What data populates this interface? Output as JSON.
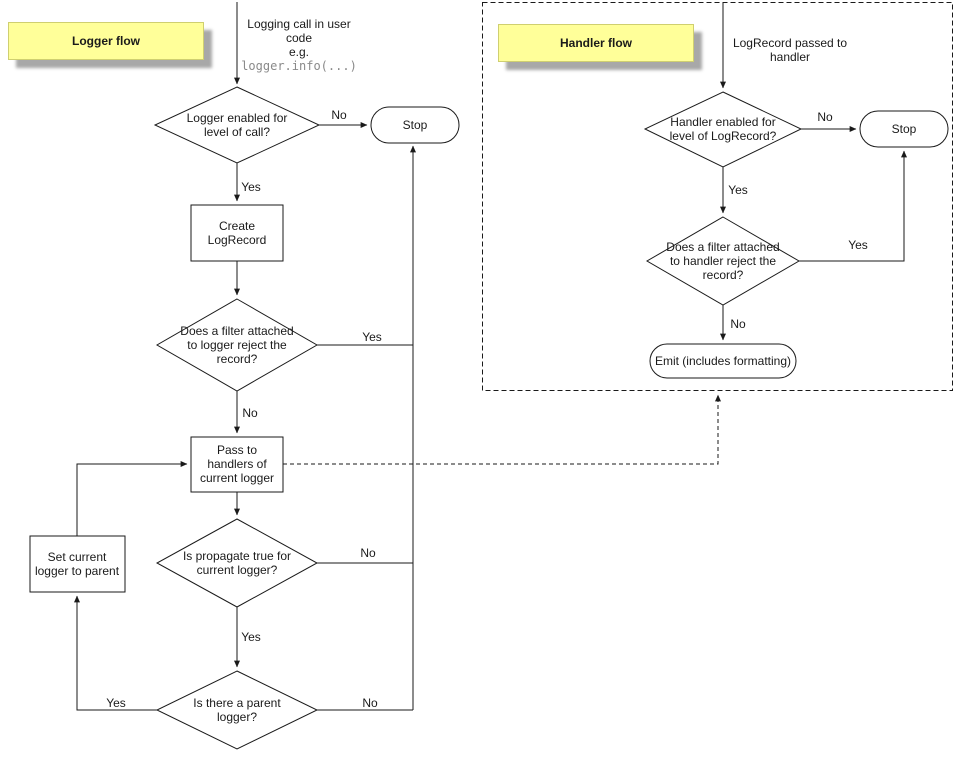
{
  "labels": {
    "yes": "Yes",
    "no": "No"
  },
  "logger_flow": {
    "note": "Logger flow",
    "entry_text": "Logging call in user\ncode\ne.g.",
    "entry_code": "logger.info(...)",
    "enabled_q": "Logger enabled for\nlevel of call?",
    "stop": "Stop",
    "create_record": "Create\nLogRecord",
    "filter_q": "Does a filter attached\nto logger reject the\nrecord?",
    "pass_handlers": "Pass to\nhandlers of\ncurrent logger",
    "propagate_q": "Is propagate true for\ncurrent logger?",
    "parent_q": "Is there a parent\nlogger?",
    "set_current": "Set current\nlogger to parent"
  },
  "handler_flow": {
    "note": "Handler flow",
    "entry_text": "LogRecord passed to\nhandler",
    "enabled_q": "Handler enabled for\nlevel of LogRecord?",
    "stop": "Stop",
    "filter_q": "Does a filter attached\nto handler reject the\nrecord?",
    "emit": "Emit (includes formatting)"
  }
}
